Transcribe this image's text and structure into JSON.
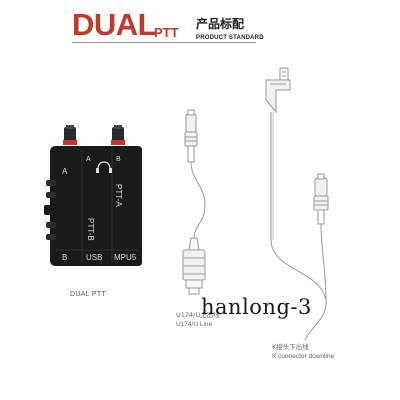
{
  "header": {
    "brand_large": "DUAL",
    "brand_small": "PTT",
    "title_cn": "产品标配",
    "title_en": "PRODUCT STANDARD"
  },
  "device": {
    "label_a_left": "A",
    "label_a_top": "A",
    "label_b_top": "B",
    "label_b_left": "B",
    "button_ptt_a": "PTT-A",
    "button_ptt_b": "PTT-B",
    "port_usb": "USB",
    "port_mpu5": "MPU5",
    "caption": "DUAL PTT"
  },
  "cables": {
    "u174_caption_cn": "U174/U上出线",
    "u174_caption_en": "U174/U Line",
    "k_caption_cn": "K接头下出线",
    "k_caption_en": "K connector downline"
  },
  "watermark": "hanlong-3",
  "colors": {
    "brand_red": "#c0392b",
    "device_body": "#1a1a1a",
    "knob_red": "#c0392b"
  }
}
